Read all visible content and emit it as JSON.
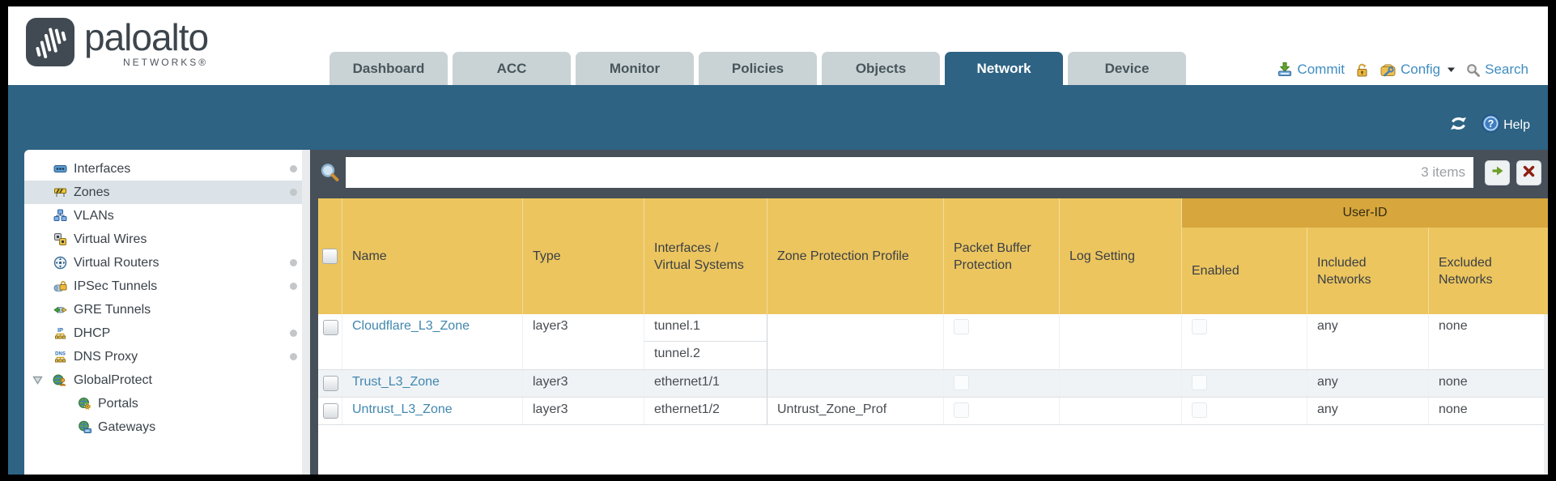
{
  "brand": {
    "name": "paloalto",
    "networks": "NETWORKS®"
  },
  "nav_tabs": [
    {
      "label": "Dashboard",
      "active": false
    },
    {
      "label": "ACC",
      "active": false
    },
    {
      "label": "Monitor",
      "active": false
    },
    {
      "label": "Policies",
      "active": false
    },
    {
      "label": "Objects",
      "active": false
    },
    {
      "label": "Network",
      "active": true
    },
    {
      "label": "Device",
      "active": false
    }
  ],
  "toolbar": {
    "commit_label": "Commit",
    "config_label": "Config",
    "search_label": "Search"
  },
  "banner": {
    "help_label": "Help"
  },
  "sidebar": {
    "items": [
      {
        "label": "Interfaces",
        "icon": "interfaces-icon",
        "selected": false,
        "dot": true,
        "indent": 0
      },
      {
        "label": "Zones",
        "icon": "zones-icon",
        "selected": true,
        "dot": true,
        "indent": 0
      },
      {
        "label": "VLANs",
        "icon": "vlans-icon",
        "selected": false,
        "dot": false,
        "indent": 0
      },
      {
        "label": "Virtual Wires",
        "icon": "virtual-wires-icon",
        "selected": false,
        "dot": false,
        "indent": 0
      },
      {
        "label": "Virtual Routers",
        "icon": "virtual-routers-icon",
        "selected": false,
        "dot": true,
        "indent": 0
      },
      {
        "label": "IPSec Tunnels",
        "icon": "ipsec-tunnels-icon",
        "selected": false,
        "dot": true,
        "indent": 0
      },
      {
        "label": "GRE Tunnels",
        "icon": "gre-tunnels-icon",
        "selected": false,
        "dot": false,
        "indent": 0
      },
      {
        "label": "DHCP",
        "icon": "dhcp-icon",
        "selected": false,
        "dot": true,
        "indent": 0
      },
      {
        "label": "DNS Proxy",
        "icon": "dns-proxy-icon",
        "selected": false,
        "dot": true,
        "indent": 0
      },
      {
        "label": "GlobalProtect",
        "icon": "globalprotect-icon",
        "selected": false,
        "dot": false,
        "indent": 0,
        "expander": true
      },
      {
        "label": "Portals",
        "icon": "portals-icon",
        "selected": false,
        "dot": false,
        "indent": 1
      },
      {
        "label": "Gateways",
        "icon": "gateways-icon",
        "selected": false,
        "dot": false,
        "indent": 1
      }
    ]
  },
  "filter_bar": {
    "count": "3 items"
  },
  "table": {
    "group_header": "User-ID",
    "columns": [
      "Name",
      "Type",
      "Interfaces / Virtual Systems",
      "Zone Protection Profile",
      "Packet Buffer Protection",
      "Log Setting",
      "Enabled",
      "Included Networks",
      "Excluded Networks"
    ],
    "rows": [
      {
        "name": "Cloudflare_L3_Zone",
        "type": "layer3",
        "interfaces": [
          "tunnel.1",
          "tunnel.2"
        ],
        "zone_protection_profile": "",
        "packet_buffer_protection": false,
        "log_setting": "",
        "user_id_enabled": false,
        "included_networks": "any",
        "excluded_networks": "none"
      },
      {
        "name": "Trust_L3_Zone",
        "type": "layer3",
        "interfaces": [
          "ethernet1/1"
        ],
        "zone_protection_profile": "",
        "packet_buffer_protection": false,
        "log_setting": "",
        "user_id_enabled": false,
        "included_networks": "any",
        "excluded_networks": "none"
      },
      {
        "name": "Untrust_L3_Zone",
        "type": "layer3",
        "interfaces": [
          "ethernet1/2"
        ],
        "zone_protection_profile": "Untrust_Zone_Prof",
        "packet_buffer_protection": false,
        "log_setting": "",
        "user_id_enabled": false,
        "included_networks": "any",
        "excluded_networks": "none"
      }
    ]
  },
  "colors": {
    "accent_teal": "#2e6384",
    "header_amber": "#ecc55f",
    "user_id_band": "#d7a63c",
    "link_blue": "#4187af",
    "panel_slate": "#475059"
  }
}
